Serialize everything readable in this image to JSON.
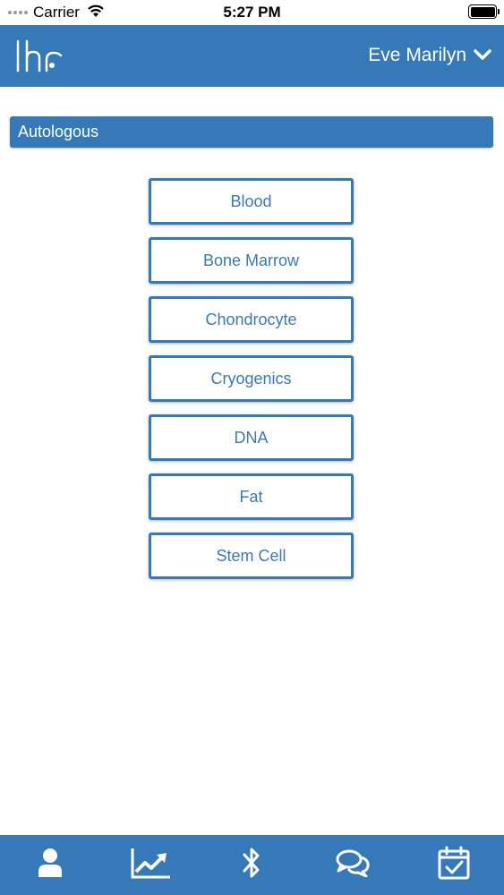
{
  "status_bar": {
    "carrier": "Carrier",
    "time": "5:27 PM",
    "icons": [
      "signal-dots-icon",
      "wifi-icon",
      "battery-icon"
    ]
  },
  "header": {
    "logo_icon": "lhr-logo-icon",
    "user_name": "Eve Marilyn",
    "menu_icon": "chevron-down-icon",
    "background_color": "#3579b8"
  },
  "section": {
    "title": "Autologous"
  },
  "options": [
    {
      "label": "Blood"
    },
    {
      "label": "Bone Marrow"
    },
    {
      "label": "Chondrocyte"
    },
    {
      "label": "Cryogenics"
    },
    {
      "label": "DNA"
    },
    {
      "label": "Fat"
    },
    {
      "label": "Stem Cell"
    }
  ],
  "tab_bar": {
    "tabs": [
      {
        "icon": "user-icon"
      },
      {
        "icon": "chart-line-icon"
      },
      {
        "icon": "bluetooth-icon"
      },
      {
        "icon": "chat-icon"
      },
      {
        "icon": "calendar-check-icon"
      }
    ]
  },
  "colors": {
    "brand_blue": "#3579b8",
    "button_text": "#3a7ab5",
    "white": "#ffffff"
  }
}
